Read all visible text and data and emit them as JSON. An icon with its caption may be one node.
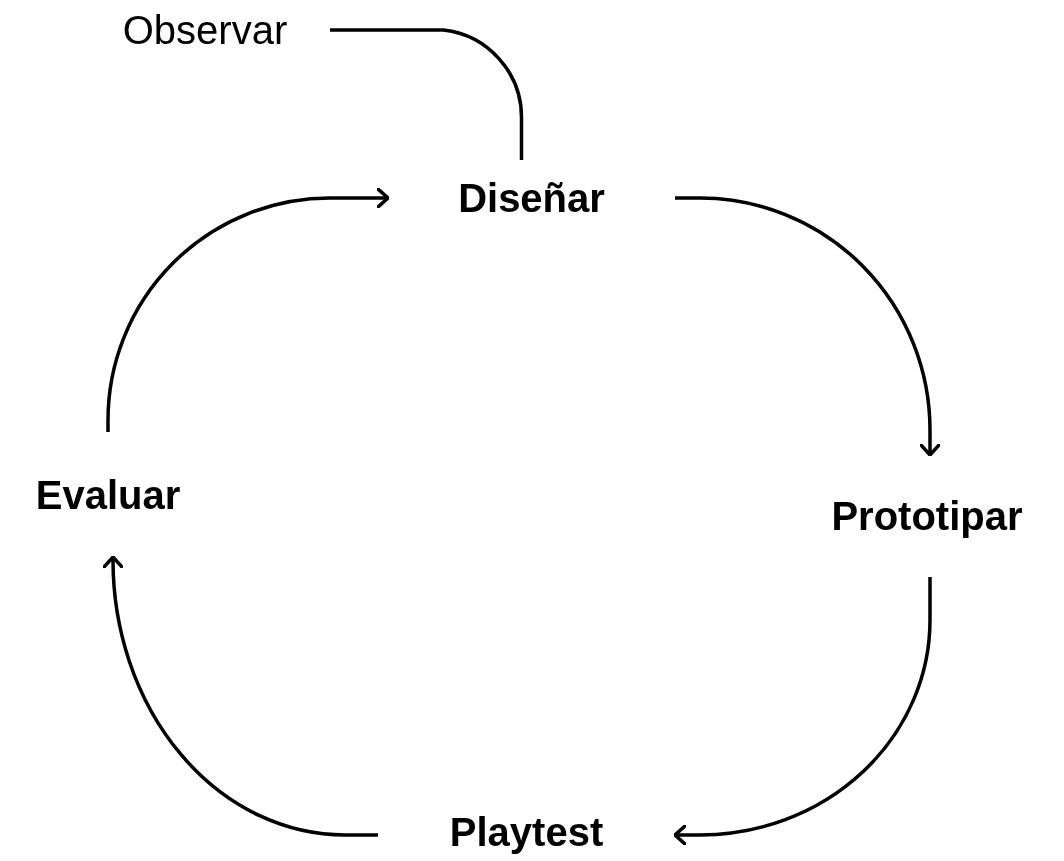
{
  "diagram": {
    "nodes": [
      {
        "text": [
          "Observar"
        ]
      },
      {
        "text": [
          "Diseñar"
        ]
      },
      {
        "text": [
          "Prototipar"
        ]
      },
      {
        "text": [
          "Playtest"
        ]
      },
      {
        "text": [
          "Evaluar"
        ]
      }
    ],
    "edges": [
      {
        "from": 0,
        "to": 1,
        "arrow": "none"
      },
      {
        "from": 1,
        "to": 2,
        "arrow": "to"
      },
      {
        "from": 2,
        "to": 3,
        "arrow": "to"
      },
      {
        "from": 3,
        "to": 4,
        "arrow": "to"
      },
      {
        "from": 4,
        "to": 1,
        "arrow": "to"
      }
    ]
  }
}
